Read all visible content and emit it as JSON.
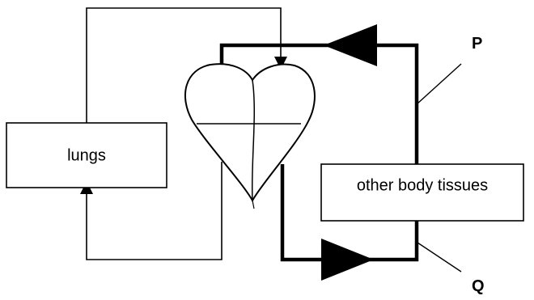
{
  "labels": {
    "lungs": "lungs",
    "tissues": "other body tissues",
    "p": "P",
    "q": "Q"
  }
}
